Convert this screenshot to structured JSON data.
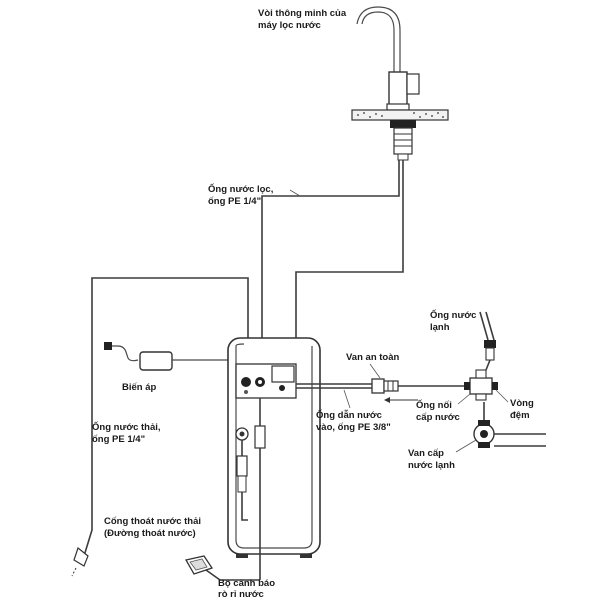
{
  "labels": {
    "faucet_l1": "Vòi thông minh của",
    "faucet_l2": "máy lọc nước",
    "filtered_pipe_l1": "Ống nước lọc,",
    "filtered_pipe_l2": "ống PE 1/4\"",
    "cold_pipe_l1": "Ống nước",
    "cold_pipe_l2": "lạnh",
    "safety_valve": "Van an toàn",
    "adapter": "Biến áp",
    "inlet_pipe_l1": "Ống dẫn nước",
    "inlet_pipe_l2": "vào, ống PE 3/8\"",
    "connector_l1": "Ống nối",
    "connector_l2": "cấp nước",
    "gasket_l1": "Vòng",
    "gasket_l2": "đệm",
    "waste_pipe_l1": "Ống nước thải,",
    "waste_pipe_l2": "ống PE 1/4\"",
    "cold_valve_l1": "Van cấp",
    "cold_valve_l2": "nước lạnh",
    "drain_l1": "Cống thoát nước thải",
    "drain_l2": "(Đường thoát nước)",
    "leak_l1": "Bộ cảnh báo",
    "leak_l2": "rò rỉ nước"
  }
}
